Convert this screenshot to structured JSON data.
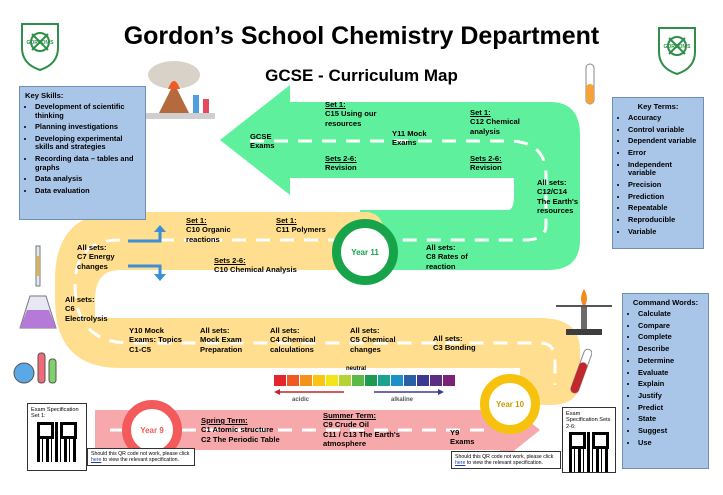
{
  "header": {
    "title": "Gordon’s School Chemistry Department",
    "subtitle": "GCSE - Curriculum Map"
  },
  "crest": {
    "top_text": "GORDON'S",
    "bottom_text": "SCHOOL"
  },
  "key_skills": {
    "title": "Key Skills:",
    "items": [
      "Development of scientific thinking",
      "Planning investigations",
      "Developing experimental skills and strategies",
      "Recording data – tables and graphs",
      "Data analysis",
      "Data evaluation"
    ]
  },
  "key_terms": {
    "title": "Key Terms:",
    "items": [
      "Accuracy",
      "Control variable",
      "Dependent variable",
      "Error",
      "Independent variable",
      "Precision",
      "Prediction",
      "Repeatable",
      "Reproducible",
      "Variable"
    ]
  },
  "command_words": {
    "title": "Command Words:",
    "items": [
      "Calculate",
      "Compare",
      "Complete",
      "Describe",
      "Determine",
      "Evaluate",
      "Explain",
      "Justify",
      "Predict",
      "State",
      "Suggest",
      "Use"
    ]
  },
  "rings": {
    "year9": "Year 9",
    "year10": "Year 10",
    "year11": "Year 11"
  },
  "year11_top": {
    "gcse_exams": "GCSE Exams",
    "set1_c15_head": "Set 1:",
    "set1_c15_body": "C15 Using our resources",
    "sets26_left_head": "Sets 2-6:",
    "sets26_left_body": "Revision",
    "y11_mock": "Y11 Mock Exams",
    "set1_c12_head": "Set 1:",
    "set1_c12_body": "C12 Chemical analysis",
    "sets26_right_head": "Sets 2-6:",
    "sets26_right_body": "Revision",
    "all_c12_head": "All sets:",
    "all_c12_body": "C12/C14 The Earth's resources"
  },
  "middle": {
    "set1_c10_head": "Set 1:",
    "set1_c10_body": "C10 Organic reactions",
    "set1_c11_head": "Set 1:",
    "set1_c11_body": "C11 Polymers",
    "sets26_c10_head": "Sets 2-6:",
    "sets26_c10_body": "C10 Chemical Analysis",
    "all_c8_head": "All sets:",
    "all_c8_body": "C8 Rates of reaction",
    "all_c7_head": "All sets:",
    "all_c7_body": "C7 Energy changes",
    "all_c6_head": "All sets:",
    "all_c6_body": "C6 Electrolysis"
  },
  "year10": {
    "y10_mock": "Y10 Mock Exams: Topics C1-C5",
    "mock_prep_head": "All sets:",
    "mock_prep_body": "Mock Exam Preparation",
    "c4_head": "All sets:",
    "c4_body": "C4 Chemical calculations",
    "c5_head": "All sets:",
    "c5_body": "C5 Chemical changes",
    "c3_head": "All sets:",
    "c3_body": "C3 Bonding"
  },
  "ph_scale": {
    "acidic": "acidic",
    "neutral": "neutral",
    "alkaline": "alkaline",
    "colors": [
      "#e3262c",
      "#ef5a24",
      "#f6911e",
      "#fbc312",
      "#f3e51a",
      "#b6d334",
      "#5cb947",
      "#1b9b52",
      "#1aa38e",
      "#1c90c8",
      "#2a5fa8",
      "#3b3a92",
      "#5d2c83",
      "#7b2277"
    ]
  },
  "year9": {
    "spring_head": "Spring Term:",
    "spring_line1": "C1 Atomic structure",
    "spring_line2": "C2 The Periodic Table",
    "summer_head": "Summer Term:",
    "summer_line1": "C9 Crude Oil",
    "summer_line2": "C11 / C13 The Earth's atmosphere",
    "y9_exams": "Y9 Exams"
  },
  "qr_left": {
    "label": "Exam Specification Set 1:",
    "note_before": "Should this QR code not work, please click",
    "link": "here",
    "note_after": "to view the relevant specification."
  },
  "qr_right": {
    "label": "Exam Specification Sets 2-6:",
    "note_before": "Should this QR code not work, please click",
    "link": "here",
    "note_after": "to view the relevant specification."
  },
  "colors": {
    "green_road": "#5ef09c",
    "yellow_road": "#ffdf8f",
    "pink_road": "#f7a8aa",
    "ring_green": "#17a34a",
    "ring_yellow": "#f7c20e",
    "ring_red": "#f25a5c",
    "panel": "#a9c6e8"
  }
}
